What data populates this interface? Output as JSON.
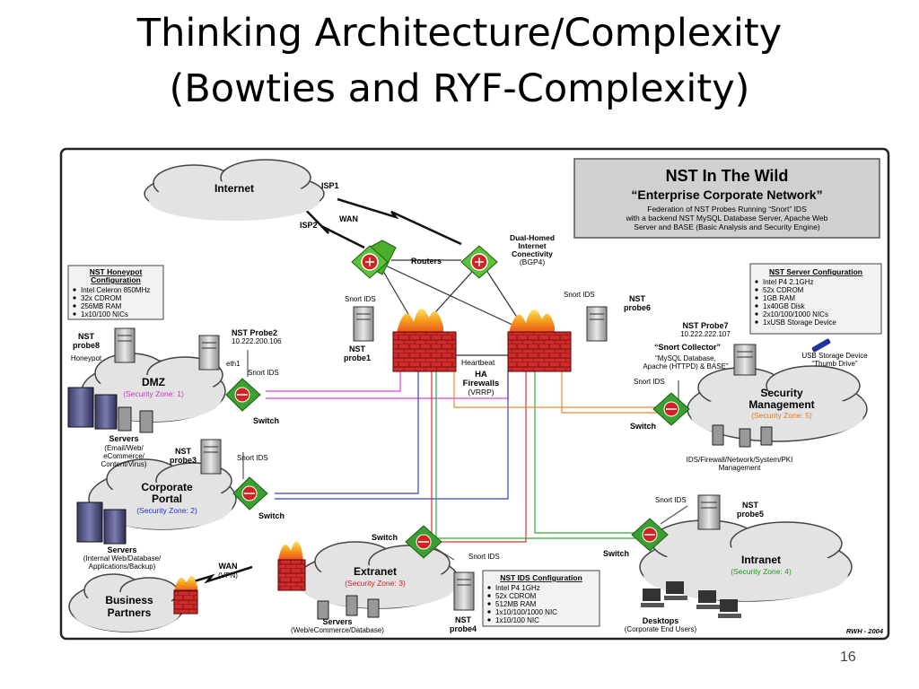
{
  "slide": {
    "title_line1": "Thinking Architecture/Complexity",
    "title_line2": "(Bowties and RYF-Complexity)",
    "page_number": "16"
  },
  "header_box": {
    "title": "NST In The Wild",
    "subtitle": "“Enterprise Corporate Network”",
    "desc1": "Federation of NST Probes Running “Snort” IDS",
    "desc2": "with a backend NST MySQL Database Server, Apache Web",
    "desc3": "Server and BASE (Basic Analysis and Security Engine)"
  },
  "clouds": {
    "internet": "Internet",
    "dmz": "DMZ",
    "dmz_zone": "(Security Zone: 1)",
    "portal1": "Corporate",
    "portal2": "Portal",
    "portal_zone": "(Security Zone: 2)",
    "extranet": "Extranet",
    "extranet_zone": "(Security Zone: 3)",
    "intranet": "Intranet",
    "intranet_zone": "(Security Zone: 4)",
    "secmgmt1": "Security",
    "secmgmt2": "Management",
    "secmgmt_zone": "(Security Zone: 5)",
    "partners1": "Business",
    "partners2": "Partners"
  },
  "wan": {
    "isp1": "ISP1",
    "isp2": "ISP2",
    "wan": "WAN",
    "routers": "Routers",
    "dual1": "Dual-Homed",
    "dual2": "Internet",
    "dual3": "Conectivity",
    "dual4": "(BGP4)",
    "wan_vpn": "WAN",
    "vpn": "(VPN)"
  },
  "firewalls": {
    "heartbeat": "Heartbeat",
    "ha": "HA",
    "firewalls": "Firewalls",
    "vrrp": "(VRRP)"
  },
  "probes": {
    "probe1_a": "NST",
    "probe1_b": "probe1",
    "probe1_snort": "Snort IDS",
    "probe2_a": "NST Probe2",
    "probe2_ip": "10.222.200.106",
    "probe2_eth": "eth1",
    "probe2_snort": "Snort IDS",
    "probe3_a": "NST",
    "probe3_b": "probe3",
    "probe3_snort": "Snort IDS",
    "probe4_a": "NST",
    "probe4_b": "probe4",
    "probe4_snort": "Snort IDS",
    "probe5_a": "NST",
    "probe5_b": "probe5",
    "probe5_snort": "Snort IDS",
    "probe6_a": "NST",
    "probe6_b": "probe6",
    "probe6_snort": "Snort IDS",
    "probe7_a": "NST Probe7",
    "probe7_ip": "10.222.222.107",
    "probe7_snort": "Snort IDS",
    "probe8_a": "NST",
    "probe8_b": "probe8",
    "honeypot": "Honeypot",
    "collector": "“Snort Collector”",
    "collector_d1": "“MySQL Database,",
    "collector_d2": "Apache (HTTPD) & BASE”",
    "usb1": "USB Storage Device",
    "usb2": "“Thumb Drive”"
  },
  "switches": {
    "dmz": "Switch",
    "portal": "Switch",
    "extranet": "Switch",
    "intranet": "Switch",
    "secmgmt": "Switch"
  },
  "servers": {
    "dmz_title": "Servers",
    "dmz_d1": "(Email/Web/",
    "dmz_d2": "eCommerce/",
    "dmz_d3": "Content/Virus)",
    "portal_title": "Servers",
    "portal_d1": "(Internal Web/Database/",
    "portal_d2": "Applications/Backup)",
    "extranet_title": "Servers",
    "extranet_d1": "(Web/eCommerce/Database)",
    "desktops_title": "Desktops",
    "desktops_d1": "(Corporate End Users)",
    "ids_d1": "IDS/Firewall/Network/System/PKI",
    "ids_d2": "Management"
  },
  "honeypot_config": {
    "title1": "NST Honeypot",
    "title2": "Configuration",
    "items": [
      "Intel Celeron 850MHz",
      "32x CDROM",
      "256MB RAM",
      "1x10/100 NICs"
    ]
  },
  "server_config": {
    "title": "NST Server Configuration",
    "items": [
      "Intel P4 2.1GHz",
      "52x CDROM",
      "1GB RAM",
      "1x40GB Disk",
      "2x10/100/1000 NICs",
      "1xUSB Storage Device"
    ]
  },
  "ids_config": {
    "title": "NST IDS Configuration",
    "items": [
      "Intel P4 1GHz",
      "52x CDROM",
      "512MB RAM",
      "1x10/100/1000 NIC",
      "1x10/100 NIC"
    ]
  },
  "signature": "RWH - 2004",
  "colors": {
    "firewall": "#c8282a",
    "router": "#4caf2a",
    "switch": "#3aa032",
    "cloud": "#e3e3e3",
    "zone_dmz": "#cc33cc",
    "zone_portal": "#2233cc",
    "zone_extranet": "#cc2222",
    "zone_intranet": "#229922",
    "zone_secmgmt": "#e07a18"
  }
}
